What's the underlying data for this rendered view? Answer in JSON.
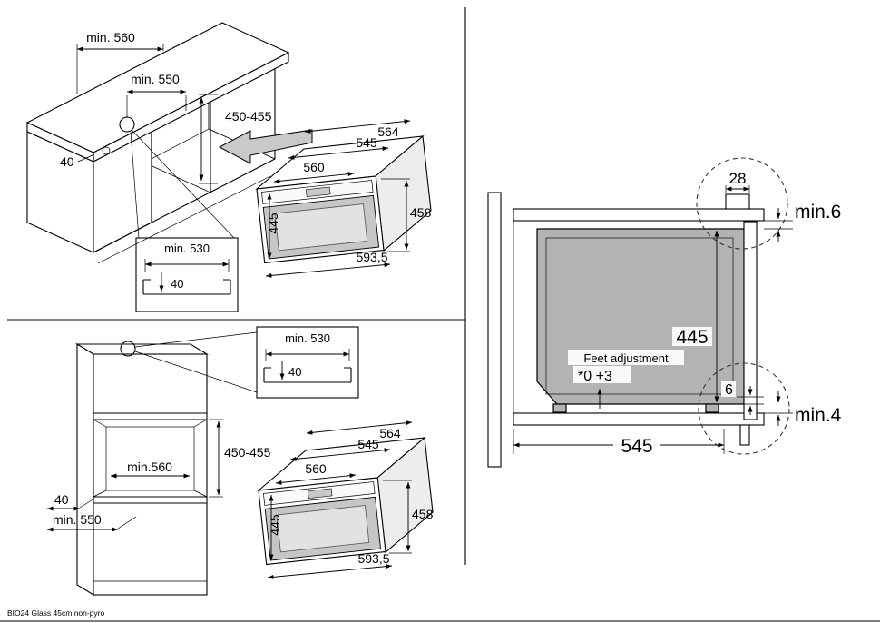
{
  "meta": {
    "footer": "BIO24 Glass 45cm non-pyro"
  },
  "oven": {
    "top_width": "564",
    "trim_width": "545",
    "front_width": "560",
    "front_height": "445",
    "side_height": "458",
    "total_depth": "593,5"
  },
  "base_unit_view": {
    "niche_width": "min. 560",
    "niche_inner_width": "min. 550",
    "niche_height": "450-455",
    "front_clearance": "40",
    "detail": {
      "width": "min. 530",
      "depth": "40"
    }
  },
  "tall_unit_view": {
    "niche_height": "450-455",
    "niche_width": "min.560",
    "front_clearance": "40",
    "unit_depth": "min. 550",
    "detail": {
      "width": "min. 530",
      "depth": "40"
    }
  },
  "section_view": {
    "top_recess": "28",
    "top_clearance": "min.6",
    "oven_height": "445",
    "bottom_step": "6",
    "bottom_clearance": "min.4",
    "niche_depth": "545",
    "feet_adjustment_label": "Feet adjustment",
    "feet_adjustment_value": "*0 +3"
  }
}
